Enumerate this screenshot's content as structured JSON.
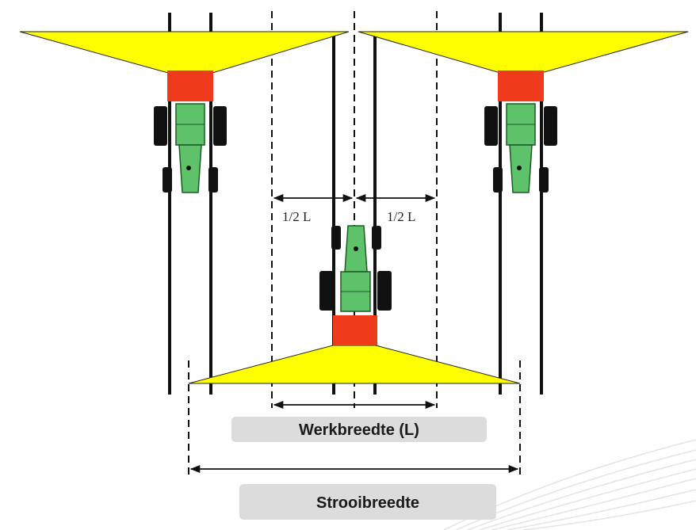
{
  "labels": {
    "half_left": "1/2 L",
    "half_right": "1/2 L",
    "work_width": "Werkbreedte (L)",
    "spread_width": "Strooibreedte"
  },
  "colors": {
    "spreader_fan": "#ffff00",
    "hopper": "#ef3b1c",
    "tractor_body": "#5ec26a",
    "wheel": "#111111",
    "track_line": "#111111",
    "label_box": "#dcdcdc"
  },
  "icons": {
    "tractor": "tractor-icon",
    "swoosh": "decorative-swoosh"
  }
}
